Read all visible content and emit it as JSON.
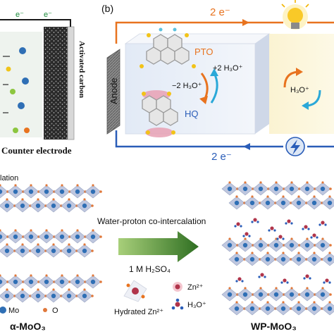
{
  "panel_a": {
    "counter_electrode": "Counter electrode",
    "activated_carbon": "Activated carbon",
    "electron": "e⁻"
  },
  "panel_b": {
    "label": "(b)",
    "top_electrons": "2 e⁻",
    "bottom_electrons": "2 e⁻",
    "anode": "Anode",
    "pto": "PTO",
    "hq": "HQ",
    "plus_h3o": "+2 H₃O⁺",
    "minus_h3o": "−2 H₃O⁺",
    "h3o": "H₃O⁺"
  },
  "panel_c": {
    "partial_label": "lation",
    "alpha_moo3": "α-MoO₃",
    "wp_moo3": "WP-MoO₃",
    "process": "Water-proton co-intercalation",
    "electrolyte": "1 M H₂SO₄",
    "legend": {
      "mo": "Mo",
      "o": "O",
      "zn": "Zn²⁺",
      "h3o": "H₃O⁺",
      "hydrated_zn": "Hydrated Zn²⁺"
    }
  },
  "colors": {
    "orange_wire": "#e8731f",
    "blue_wire": "#2a5db8",
    "mo_atom": "#2f6fb5",
    "o_atom": "#e0783a",
    "octahedra": "#b9c2dc",
    "arrow_green": "#3e7f2a",
    "ion_pink": "#e8a0b4"
  }
}
